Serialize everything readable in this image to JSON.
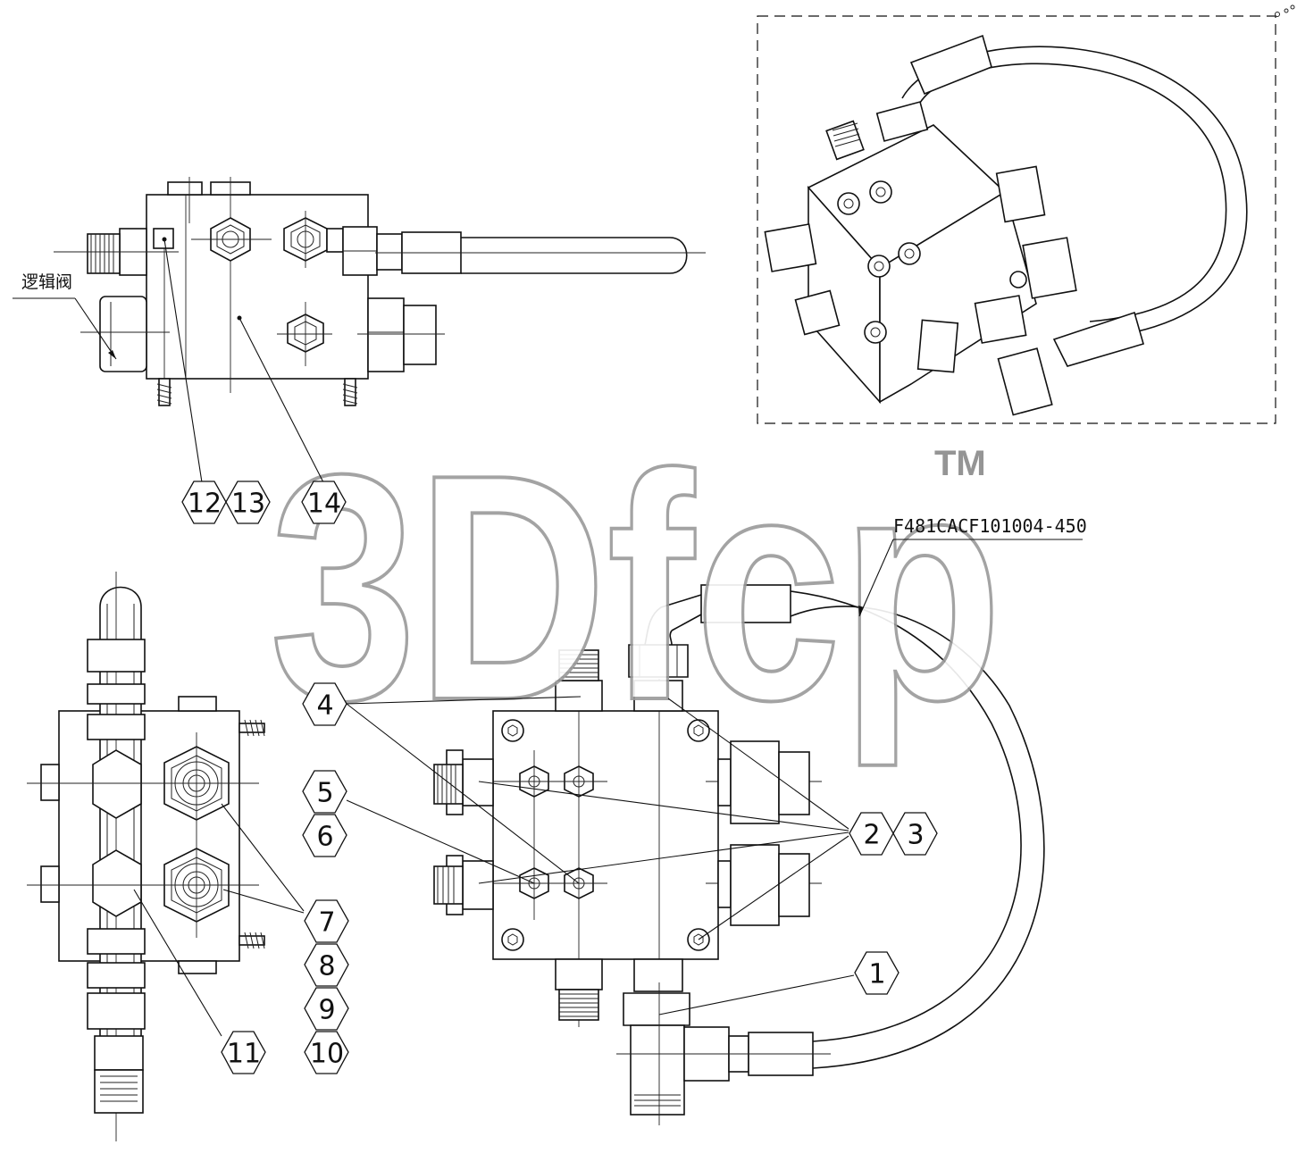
{
  "labels": {
    "logic_valve": "逻辑阀",
    "hose_part_number": "F481CACF101004-450"
  },
  "watermark": {
    "logo_text": "3Dfcp",
    "trademark": "TM"
  },
  "callouts": [
    {
      "id": "callout-1",
      "text": "1"
    },
    {
      "id": "callout-2",
      "text": "2"
    },
    {
      "id": "callout-3",
      "text": "3"
    },
    {
      "id": "callout-4",
      "text": "4"
    },
    {
      "id": "callout-5",
      "text": "5"
    },
    {
      "id": "callout-6",
      "text": "6"
    },
    {
      "id": "callout-7",
      "text": "7"
    },
    {
      "id": "callout-8",
      "text": "8"
    },
    {
      "id": "callout-9",
      "text": "9"
    },
    {
      "id": "callout-10",
      "text": "10"
    },
    {
      "id": "callout-11",
      "text": "11"
    },
    {
      "id": "callout-12",
      "text": "12"
    },
    {
      "id": "callout-13",
      "text": "13"
    },
    {
      "id": "callout-14",
      "text": "14"
    }
  ]
}
